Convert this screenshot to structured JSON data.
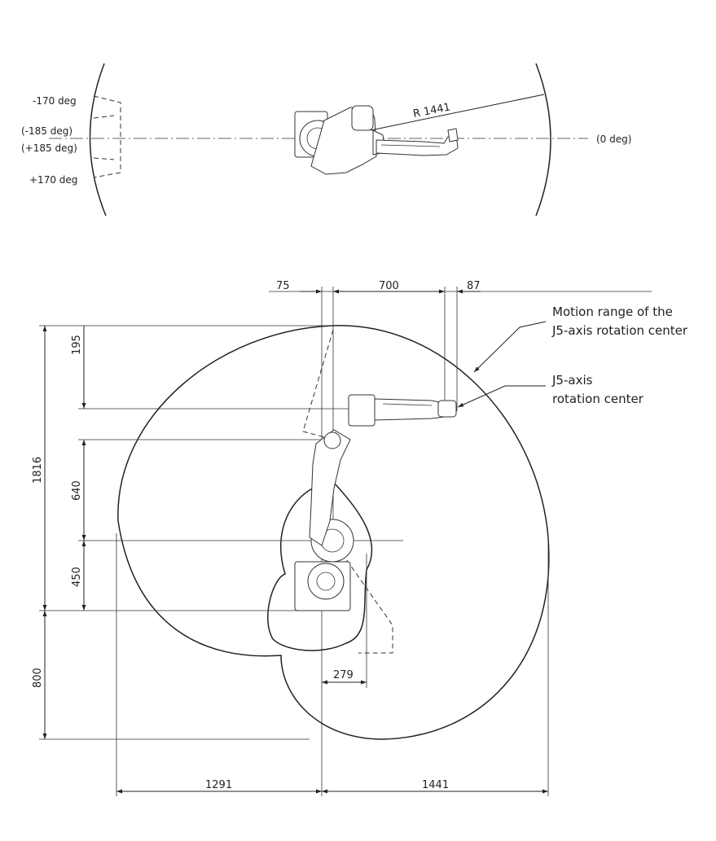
{
  "top_view": {
    "angles": {
      "neg170": "-170 deg",
      "neg185": "(-185 deg)",
      "pos185": "(+185 deg)",
      "pos170": "+170 deg",
      "zero": "(0 deg)"
    },
    "radius_label": "R 1441"
  },
  "side_view": {
    "dims": {
      "d75": "75",
      "d700": "700",
      "d87": "87",
      "d195": "195",
      "d640": "640",
      "d450": "450",
      "d1816": "1816",
      "d800": "800",
      "d279": "279",
      "d1291": "1291",
      "d1441": "1441"
    },
    "notes": {
      "motion_line1": "Motion range of the",
      "motion_line2": "J5-axis rotation center",
      "center_line1": "J5-axis",
      "center_line2": "rotation center"
    }
  }
}
